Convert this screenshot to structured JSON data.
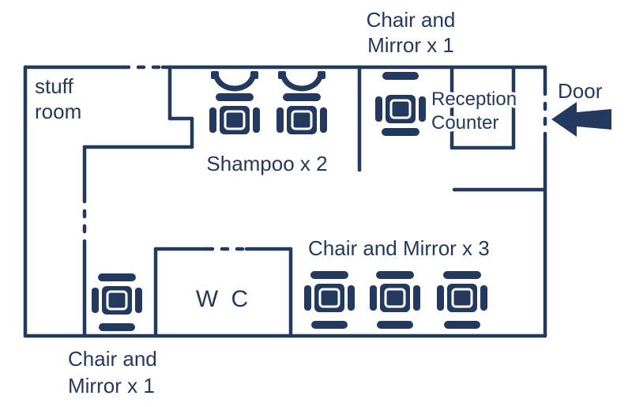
{
  "colors": {
    "ink": "#233a5e",
    "background": "#ffffff"
  },
  "plan": {
    "rooms": {
      "stuff_room": {
        "line1": "stuff",
        "line2": "room"
      },
      "wc": {
        "label": "W C"
      },
      "reception": {
        "line1": "Reception",
        "line2": "Counter"
      }
    },
    "fixtures": {
      "shampoo": {
        "label": "Shampoo x 2"
      },
      "chair_top": {
        "line1": "Chair and",
        "line2": "Mirror x 1"
      },
      "chair_right": {
        "label": "Chair and Mirror x 3"
      },
      "chair_bottom_left": {
        "line1": "Chair and",
        "line2": "Mirror x 1"
      }
    },
    "door": {
      "label": "Door"
    },
    "icons": {
      "door_arrow": "thick-left-arrow"
    }
  }
}
